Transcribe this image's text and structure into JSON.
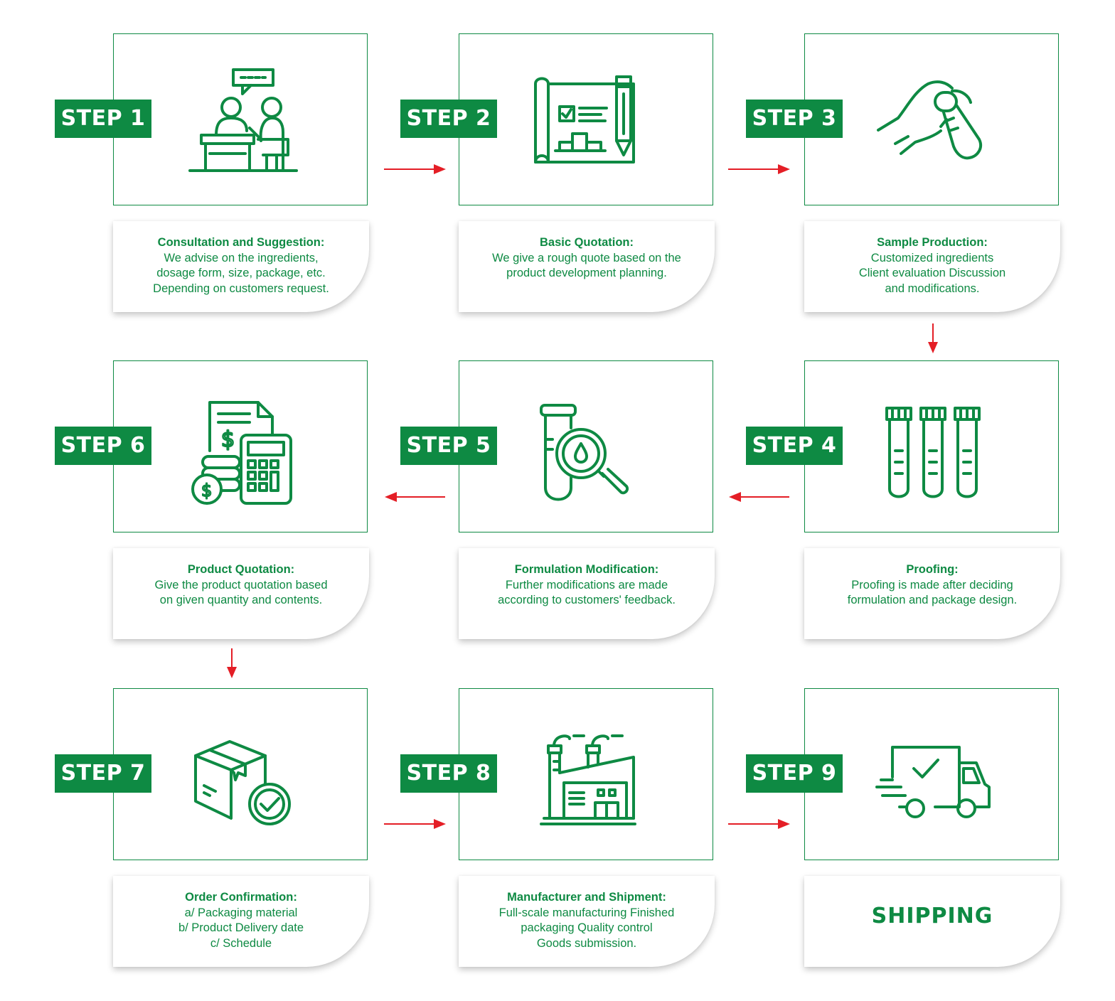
{
  "colors": {
    "accent": "#0e8a43",
    "arrow": "#e41e26",
    "background": "#ffffff"
  },
  "steps": [
    {
      "badge": "STEP 1",
      "icon": "consultation-icon",
      "title": "Consultation and Suggestion:",
      "lines": [
        "We advise on the ingredients,",
        "dosage form, size, package, etc.",
        "Depending on customers request."
      ]
    },
    {
      "badge": "STEP 2",
      "icon": "blueprint-plan-icon",
      "title": "Basic Quotation:",
      "lines": [
        "We give a rough quote based on the",
        "product development planning."
      ]
    },
    {
      "badge": "STEP 3",
      "icon": "hand-test-tube-icon",
      "title": "Sample Production:",
      "lines": [
        "Customized ingredients",
        "Client evaluation Discussion",
        "and modifications."
      ]
    },
    {
      "badge": "STEP 4",
      "icon": "test-tubes-icon",
      "title": "Proofing:",
      "lines": [
        "Proofing is made after deciding",
        "formulation and package design."
      ]
    },
    {
      "badge": "STEP 5",
      "icon": "test-tube-magnifier-icon",
      "title": "Formulation Modification:",
      "lines": [
        "Further modifications are made",
        "according to customers' feedback."
      ]
    },
    {
      "badge": "STEP 6",
      "icon": "invoice-calculator-icon",
      "title": "Product Quotation:",
      "lines": [
        "Give the product quotation based",
        "on given quantity and contents."
      ]
    },
    {
      "badge": "STEP 7",
      "icon": "box-checkmark-icon",
      "title": "Order Confirmation:",
      "lines": [
        "a/ Packaging material",
        "b/ Product Delivery date",
        "c/ Schedule"
      ]
    },
    {
      "badge": "STEP 8",
      "icon": "factory-icon",
      "title": "Manufacturer and Shipment:",
      "lines": [
        "Full-scale manufacturing Finished",
        "packaging Quality control",
        "Goods submission."
      ]
    },
    {
      "badge": "STEP 9",
      "icon": "delivery-truck-icon",
      "title": "SHIPPING",
      "lines": []
    }
  ]
}
